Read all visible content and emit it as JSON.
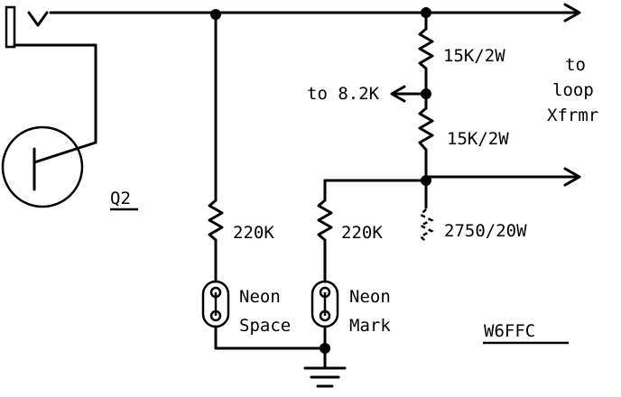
{
  "labels": {
    "transistor": "Q2",
    "r_top": "15K/2W",
    "r_mid": "15K/2W",
    "tap": "to 8.2K",
    "output_line1": "to",
    "output_line2": "loop",
    "output_line3": "Xfrmr",
    "r_space": "220K",
    "r_mark": "220K",
    "r_dashed": "2750/20W",
    "neon1_line1": "Neon",
    "neon1_line2": "Space",
    "neon2_line1": "Neon",
    "neon2_line2": "Mark",
    "callsign": "W6FFC"
  }
}
